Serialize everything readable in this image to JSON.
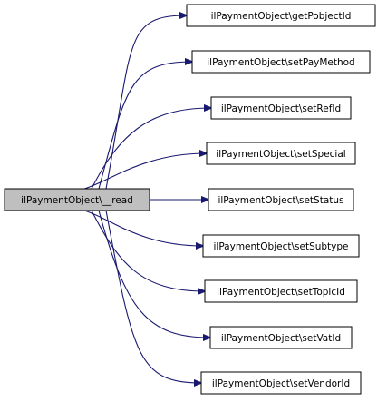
{
  "graph": {
    "source": {
      "label": "ilPaymentObject\\__read",
      "fill": "#bfbfbf"
    },
    "targets": [
      {
        "label": "ilPaymentObject\\getPobjectId"
      },
      {
        "label": "ilPaymentObject\\setPayMethod"
      },
      {
        "label": "ilPaymentObject\\setRefId"
      },
      {
        "label": "ilPaymentObject\\setSpecial"
      },
      {
        "label": "ilPaymentObject\\setStatus"
      },
      {
        "label": "ilPaymentObject\\setSubtype"
      },
      {
        "label": "ilPaymentObject\\setTopicId"
      },
      {
        "label": "ilPaymentObject\\setVatId"
      },
      {
        "label": "ilPaymentObject\\setVendorId"
      }
    ],
    "target_fill": "#ffffff",
    "edge_color": "#191970"
  }
}
